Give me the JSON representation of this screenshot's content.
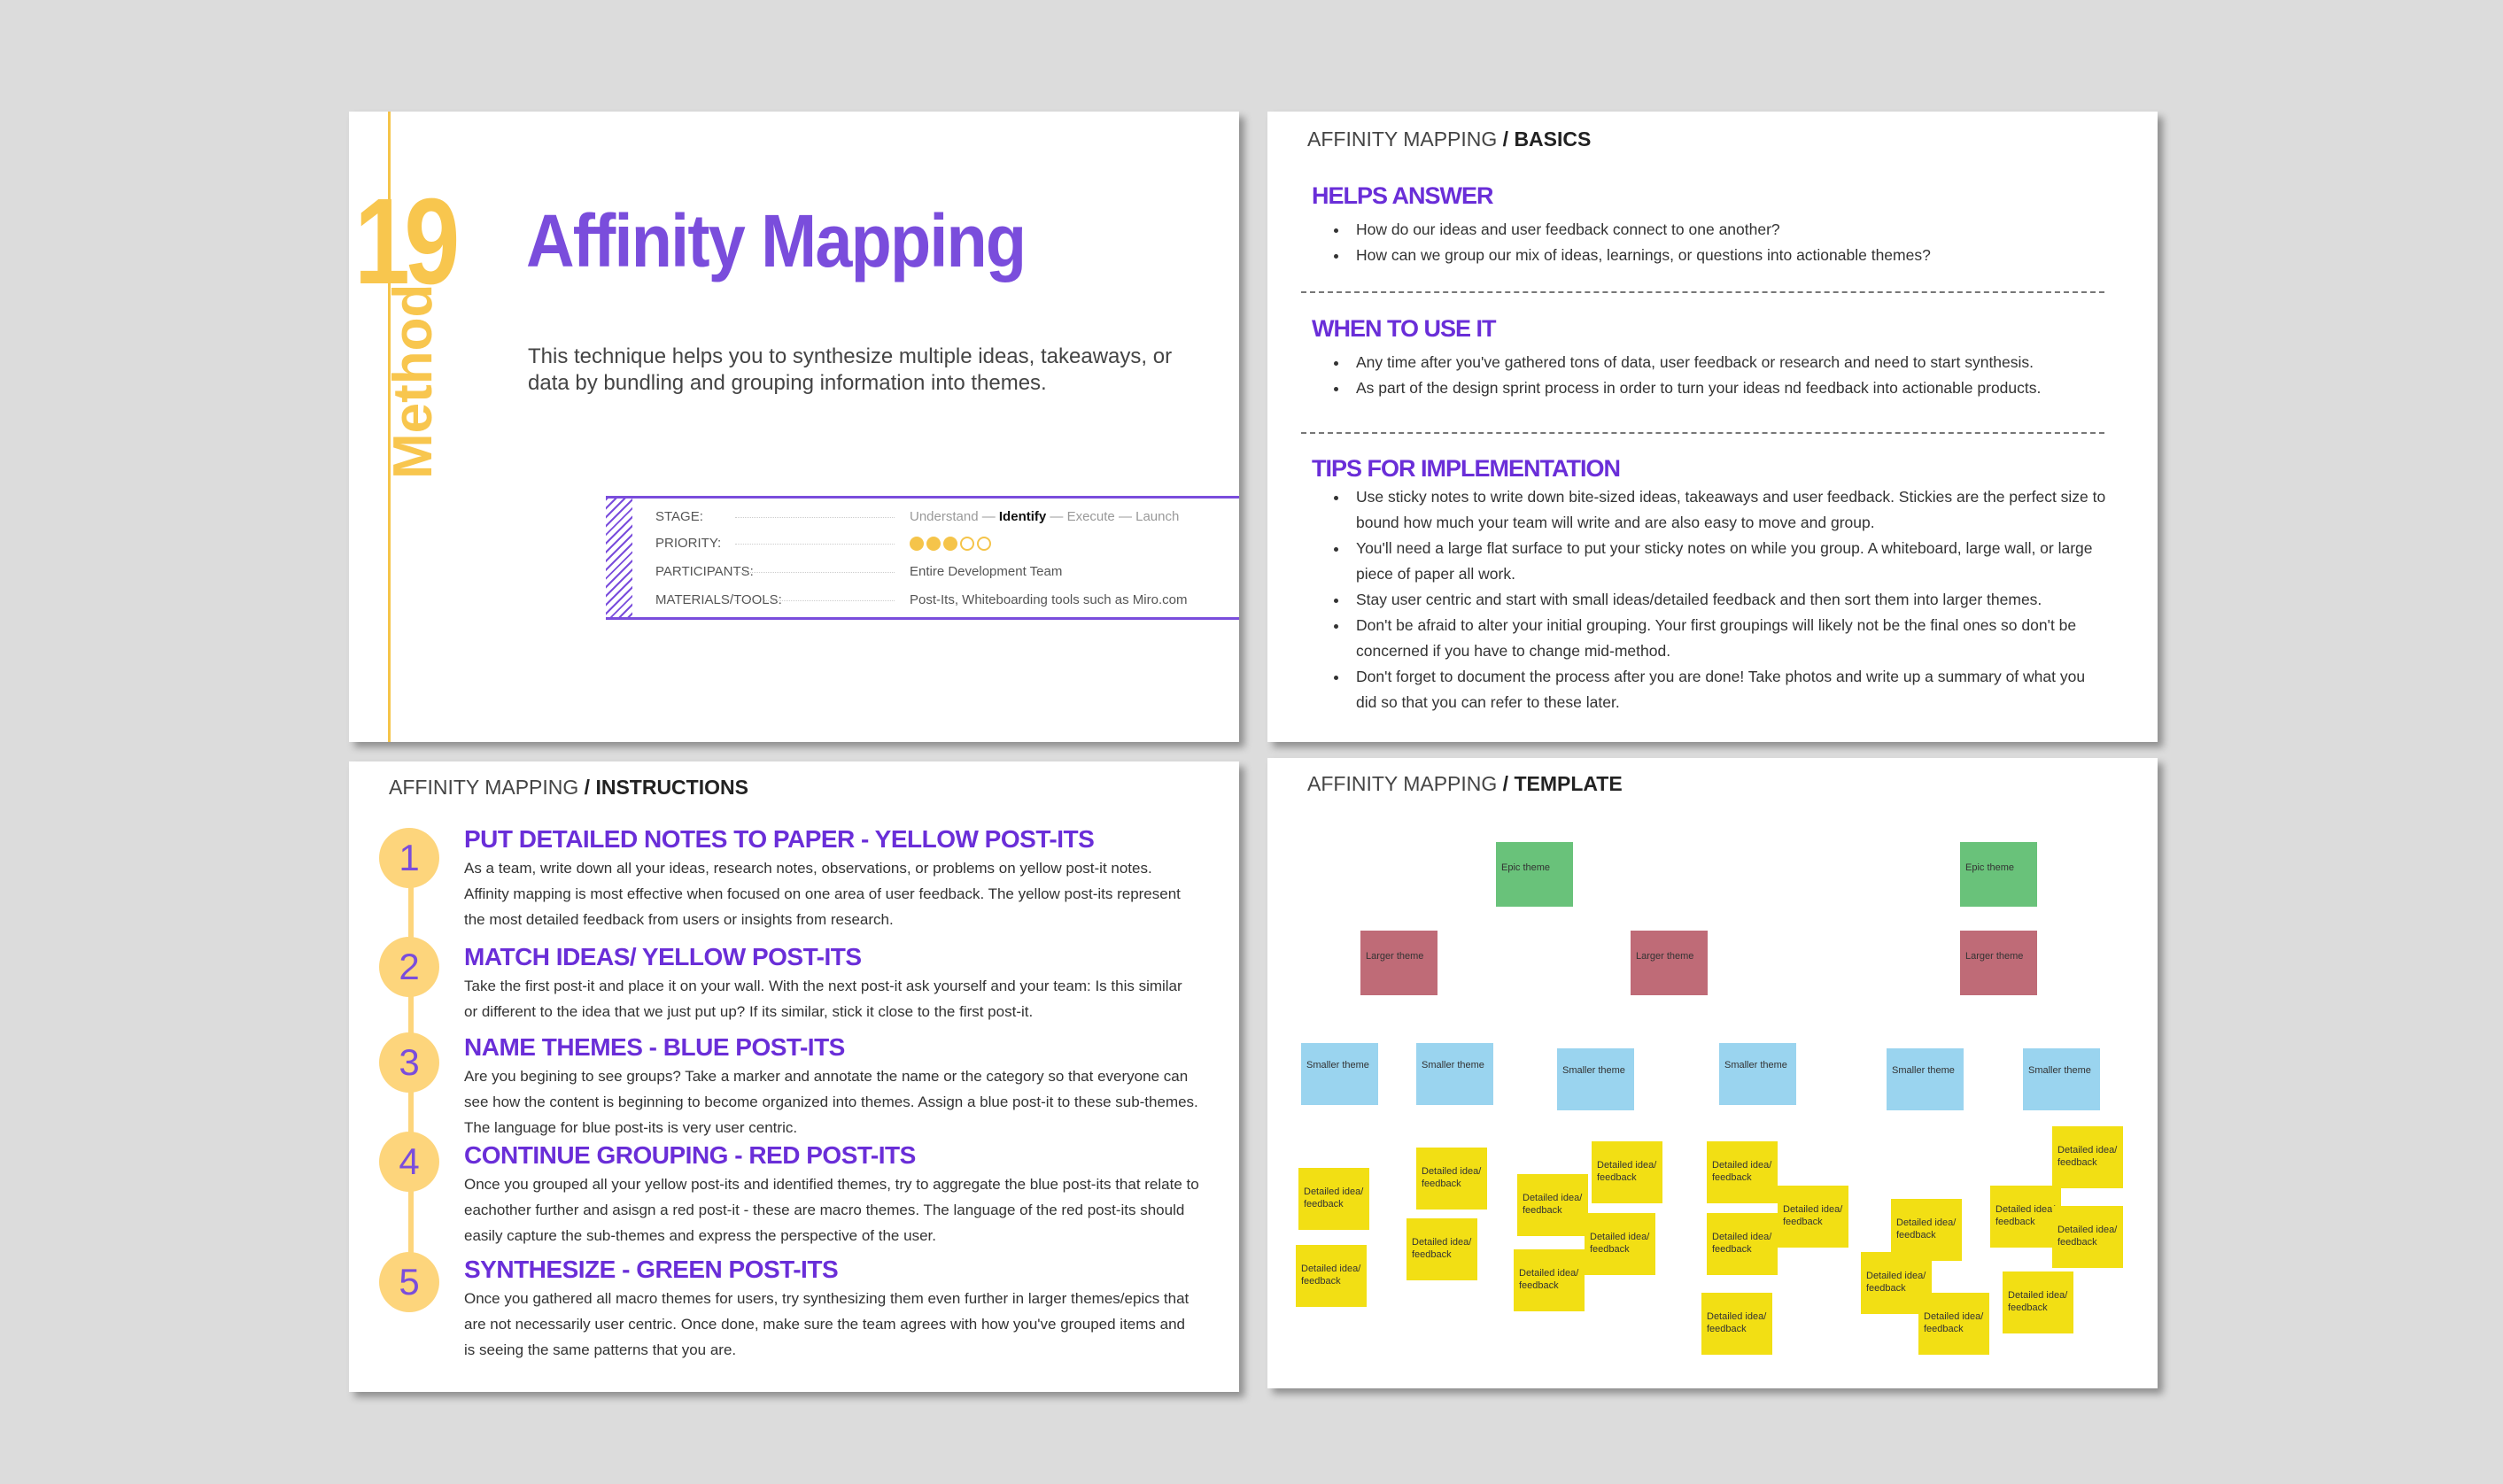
{
  "slide1": {
    "number": "19",
    "method_label": "Method",
    "title": "Affinity Mapping",
    "description": "This technique helps you to synthesize multiple ideas, takeaways, or data by bundling and grouping information into themes.",
    "stage_label": "STAGE:",
    "stage_before": "Understand —",
    "stage_current": "Identify",
    "stage_after": "— Execute — Launch",
    "priority_label": "PRIORITY:",
    "priority_value": 3,
    "priority_max": 5,
    "participants_label": "PARTICIPANTS:",
    "participants_value": "Entire Development Team",
    "materials_label": "MATERIALS/TOOLS:",
    "materials_value": "Post-Its, Whiteboarding tools such as Miro.com",
    "colors": {
      "accent": "#7a4ddc",
      "number": "#f8c64e"
    }
  },
  "slide2": {
    "header_prefix": "AFFINITY MAPPING",
    "header_suffix": "/ BASICS",
    "sections": [
      {
        "title": "HELPS ANSWER",
        "items": [
          "How do our ideas and user feedback connect to one another?",
          "How can we group our mix of ideas, learnings, or questions into actionable themes?"
        ]
      },
      {
        "title": "WHEN TO USE IT",
        "items": [
          "Any time after you've gathered tons of data, user feedback or research and need to start synthesis.",
          "As part of the design sprint process in order to turn your ideas nd feedback into actionable products."
        ]
      },
      {
        "title": "TIPS FOR IMPLEMENTATION",
        "items": [
          "Use sticky notes to write down bite-sized ideas, takeaways and user feedback. Stickies are the perfect size to bound how much your team will write and are also easy to move and group.",
          "You'll need a large flat surface to put your sticky notes on while you group. A whiteboard, large wall, or large piece of paper all work.",
          "Stay user centric and start with small ideas/detailed feedback and then sort them into larger themes.",
          "Don't be afraid to alter your initial grouping. Your first groupings will likely not be the final ones so don't be concerned if you have to change mid-method.",
          "Don't forget to document the process after you are done! Take photos and write up a summary of what you did so that you can refer to these later."
        ]
      }
    ]
  },
  "slide3": {
    "header_prefix": "AFFINITY MAPPING",
    "header_suffix": "/ INSTRUCTIONS",
    "steps": [
      {
        "num": "1",
        "title": "PUT DETAILED NOTES TO PAPER - YELLOW POST-ITS",
        "text": "As a team, write down all your ideas, research notes, observations, or problems on yellow post-it notes. Affinity mapping is most effective when focused on one area of user feedback. The yellow post-its represent the most detailed feedback from users or insights from research."
      },
      {
        "num": "2",
        "title": "MATCH IDEAS/ YELLOW POST-ITS",
        "text": "Take the first post-it and place it on your wall. With the next post-it ask yourself and your team: Is this similar or different to the idea that we just put up? If its similar, stick it close to the first post-it."
      },
      {
        "num": "3",
        "title": "NAME THEMES - BLUE POST-ITS",
        "text": "Are you begining to see groups? Take a marker and annotate the name or the category so that everyone can see how the content is beginning to become organized into themes. Assign a blue post-it to these sub-themes. The language for blue post-its is very user centric."
      },
      {
        "num": "4",
        "title": "CONTINUE GROUPING - RED POST-ITS",
        "text": "Once you grouped all your yellow post-its and identified themes, try to aggregate the blue post-its that relate to eachother further and asisgn a red post-it - these are macro themes. The language of the red post-its should easily capture the sub-themes and express the perspective of the user."
      },
      {
        "num": "5",
        "title": "SYNTHESIZE - GREEN POST-ITS",
        "text": "Once you gathered all macro themes for users, try synthesizing them even further in larger themes/epics that are not necessarily user centric. Once done, make sure the team agrees with how you've grouped items and is seeing the same patterns that you are."
      }
    ]
  },
  "slide4": {
    "header_prefix": "AFFINITY MAPPING",
    "header_suffix": "/ TEMPLATE",
    "epic_label": "Epic theme",
    "larger_label": "Larger theme",
    "smaller_label": "Smaller theme",
    "detail_label": "Detailed idea/ feedback",
    "colors": {
      "epic": "#69c27a",
      "larger": "#bf6b77",
      "smaller": "#9ad4ef",
      "detail": "#f2df14"
    }
  }
}
